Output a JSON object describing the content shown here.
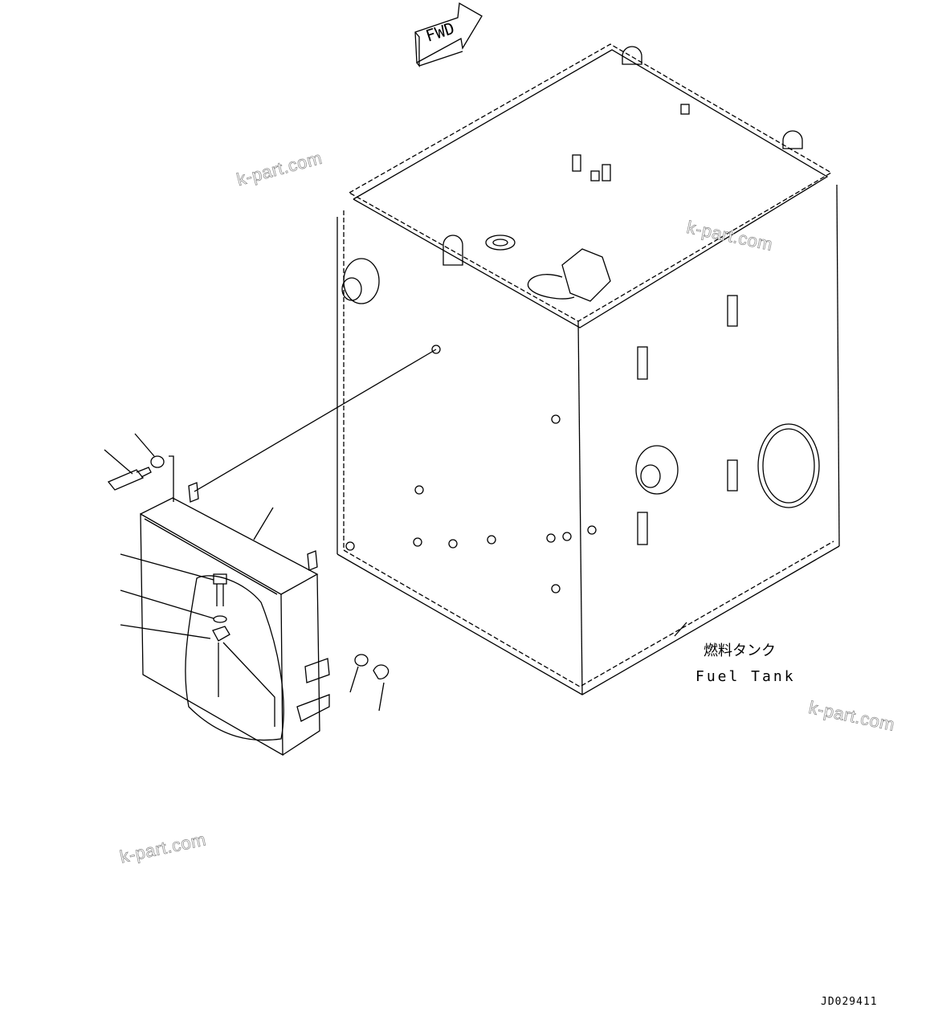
{
  "fwd_arrow": {
    "label": "FWD"
  },
  "tank_label": {
    "japanese": "燃料タンク",
    "english": "Fuel Tank"
  },
  "drawing_code": "JD029411",
  "watermarks": [
    "k-part.com",
    "k-part.com",
    "k-part.com",
    "k-part.com"
  ],
  "colors": {
    "line": "#000000",
    "watermark": "#888888",
    "background": "#ffffff"
  }
}
